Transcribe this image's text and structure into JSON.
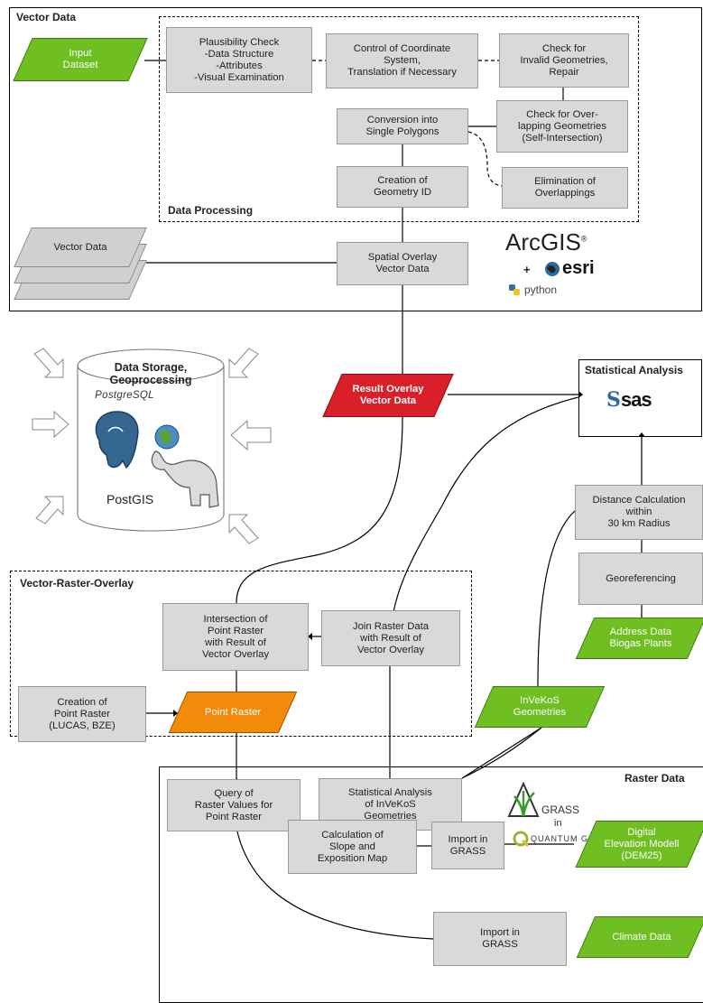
{
  "sections": {
    "vector_data": "Vector Data",
    "data_processing": "Data Processing",
    "statistical_analysis": "Statistical Analysis",
    "vector_raster_overlay": "Vector-Raster-Overlay",
    "raster_data": "Raster Data"
  },
  "nodes": {
    "input_dataset": "Input\nDataset",
    "plausibility_check": "Plausibility Check\n-Data Structure\n-Attributes\n-Visual Examination",
    "coordinate_control": "Control of Coordinate\nSystem,\nTranslation if Necessary",
    "invalid_geometries": "Check for\nInvalid Geometries,\nRepair",
    "single_polygons": "Conversion into\nSingle Polygons",
    "overlapping_check": "Check for Over-\nlapping Geometries\n(Self-Intersection)",
    "geometry_id": "Creation of\nGeometry ID",
    "elimination_overlappings": "Elimination of\nOverlappings",
    "vector_data_stack": "Vector Data",
    "spatial_overlay": "Spatial Overlay\nVector Data",
    "result_overlay": "Result Overlay\nVector Data",
    "distance_calculation": "Distance Calculation\nwithin\n30 km Radius",
    "georeferencing": "Georeferencing",
    "address_data": "Address Data\nBiogas Plants",
    "intersection": "Intersection of\nPoint Raster\nwith Result of\nVector Overlay",
    "join_raster": "Join Raster Data\nwith Result of\nVector Overlay",
    "creation_point_raster": "Creation of\nPoint Raster\n(LUCAS, BZE)",
    "point_raster": "Point Raster",
    "invekos_geometries": "InVeKoS\nGeometries",
    "query_raster": "Query of\nRaster Values for\nPoint Raster",
    "statistical_invekos": "Statistical Analysis\nof InVeKoS\nGeometries",
    "slope_exposition": "Calculation of\nSlope and\nExposition Map",
    "import_grass_1": "Import in\nGRASS",
    "dem": "Digital\nElevation Modell\n(DEM25)",
    "import_grass_2": "Import in\nGRASS",
    "climate_data": "Climate Data"
  },
  "storage": {
    "title": "Data Storage,\nGeoprocessing",
    "postgresql_logo": "PostgreSQL",
    "postgis_label": "PostGIS"
  },
  "logos": {
    "arcgis": "ArcGIS",
    "plus": "+",
    "esri": "esri",
    "python": "python",
    "sas": "sas",
    "grass": "GRASS",
    "grass_in": "in",
    "qgis": "QUANTUM GIS"
  },
  "colors": {
    "box_fill": "#d9d9d9",
    "green": "#6fbf22",
    "red": "#d81f2a",
    "orange": "#f28a0a",
    "postgres_blue": "#336791"
  }
}
